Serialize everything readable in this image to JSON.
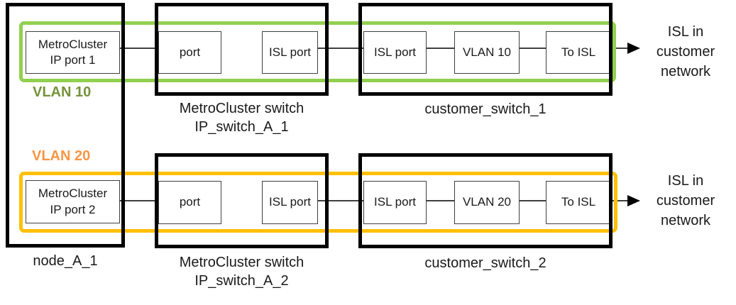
{
  "diagram": {
    "node": {
      "name": "node_A_1",
      "port_1": "MetroCluster\nIP port 1",
      "port_2": "MetroCluster\nIP port 2"
    },
    "vlan_10": {
      "label": "VLAN 10",
      "text_color": "#76923C",
      "highlight_color": "#92D050"
    },
    "vlan_20": {
      "label": "VLAN 20",
      "text_color": "#F79646",
      "highlight_color": "#FFC000"
    },
    "mc_switch_1": {
      "type_label": "MetroCluster switch",
      "name": "IP_switch_A_1",
      "port": "port",
      "isl_port": "ISL port"
    },
    "mc_switch_2": {
      "type_label": "MetroCluster switch",
      "name": "IP_switch_A_2",
      "port": "port",
      "isl_port": "ISL port"
    },
    "customer_switch_1": {
      "name": "customer_switch_1",
      "isl_port": "ISL port",
      "vlan": "VLAN 10",
      "to_isl": "To ISL"
    },
    "customer_switch_2": {
      "name": "customer_switch_2",
      "isl_port": "ISL port",
      "vlan": "VLAN 20",
      "to_isl": "To ISL"
    },
    "external_1": "ISL in\ncustomer\nnetwork",
    "external_2": "ISL in\ncustomer\nnetwork"
  }
}
